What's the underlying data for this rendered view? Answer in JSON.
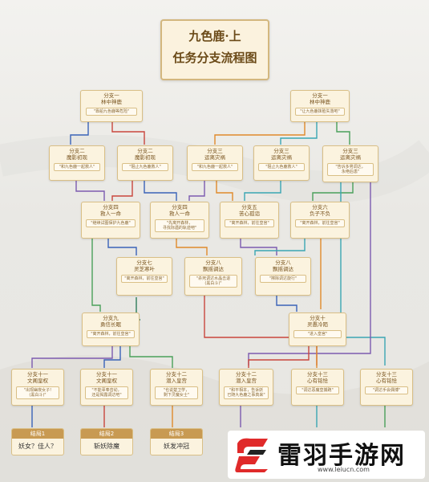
{
  "title": {
    "line1": "九色鹿·上",
    "line2": "任务分支流程图"
  },
  "nodes": {
    "b1a": {
      "t1": "分支一",
      "t2": "林中神鹿",
      "pill": "\"靠船九色鹿等危险\""
    },
    "b1b": {
      "t1": "分支一",
      "t2": "林中神鹿",
      "pill": "\"让九色鹿抹脸失落吧\""
    },
    "b2a": {
      "t1": "分支二",
      "t2": "魔影初现",
      "pill": "\"和九色鹿一起救人\""
    },
    "b2b": {
      "t1": "分支二",
      "t2": "魔影初现",
      "pill": "\"阻止九色鹿救人\""
    },
    "b3a": {
      "t1": "分支三",
      "t2": "运离灾祸",
      "pill": "\"和九色鹿一起救人\""
    },
    "b3b": {
      "t1": "分支三",
      "t2": "运离灾祸",
      "pill": "\"阻止九色鹿救人\""
    },
    "b3c": {
      "t1": "分支三",
      "t2": "运离灾祸",
      "pill": "\"告诉多男调达，\n永绝后患\""
    },
    "b4a": {
      "t1": "分支四",
      "t2": "救人一命",
      "pill": "\"继续试图保护九色鹿\""
    },
    "b4b": {
      "t1": "分支四",
      "t2": "救人一命",
      "pill": "\"先离开森林，\n寻找际遇的轨迹吧\""
    },
    "b5": {
      "t1": "分支五",
      "t2": "苦心孤诣",
      "pill": "\"离开森林，前往皇宫\""
    },
    "b6": {
      "t1": "分支六",
      "t2": "负子不负",
      "pill": "\"离开森林，前往皇宫\""
    },
    "b7": {
      "t1": "分支七",
      "t2": "灵芝寒叶",
      "pill": "\"离开森林，前往皇宫\""
    },
    "b8a": {
      "t1": "分支八",
      "t2": "飘摇调达",
      "pill": "\"杀死调达水晶击退\n(黑白斗)\""
    },
    "b8b": {
      "t1": "分支八",
      "t2": "飘摇调达",
      "pill": "\"擦除调达旋行\""
    },
    "b9": {
      "t1": "分支九",
      "t2": "勇信长眠",
      "pill": "\"离开森林，前往皇宫\""
    },
    "b10": {
      "t1": "分支十",
      "t2": "灵愚冷陌",
      "pill": "\"进入皇宫\""
    },
    "b11a": {
      "t1": "分支十一",
      "t2": "文阁皇权",
      "pill": "\"出现幽夜女子!\n(黑白斗)\""
    },
    "b11b": {
      "t1": "分支十一",
      "t2": "文阁皇权",
      "pill": "\"不能辜奉音幼，\n还是揭露调达吧\""
    },
    "b12a": {
      "t1": "分支十二",
      "t2": "潜入皇宫",
      "pill": "\"也说楚卫学，\n剩下灵魔女士\""
    },
    "b12b": {
      "t1": "分支十二",
      "t2": "潜入皇宫",
      "pill": "\"和平相本，告诉妖\n已随九色鹿之事真来\""
    },
    "b13a": {
      "t1": "分支十三",
      "t2": "心有铭怆",
      "pill": "\"调达恶魔皇捕跑\""
    },
    "b13b": {
      "t1": "分支十三",
      "t2": "心有铭怆",
      "pill": "\"调达手会偶博\""
    }
  },
  "endings": [
    {
      "hdr": "结局1",
      "body": "妖女？佳人？"
    },
    {
      "hdr": "结局2",
      "body": "斩妖除魔"
    },
    {
      "hdr": "结局3",
      "body": "妖发冲冠"
    }
  ],
  "watermark": {
    "name": "雷羽手游网",
    "url": "www.leiucn.com"
  },
  "colors": {
    "accent": "#c89a52",
    "line_blue": "#3a63b8",
    "line_purple": "#7c5bb0",
    "line_red": "#c9463d",
    "line_orange": "#e08a2b",
    "line_teal": "#3aa6b3",
    "line_green": "#4aa05a",
    "line_darkgreen": "#2e7d5b"
  }
}
